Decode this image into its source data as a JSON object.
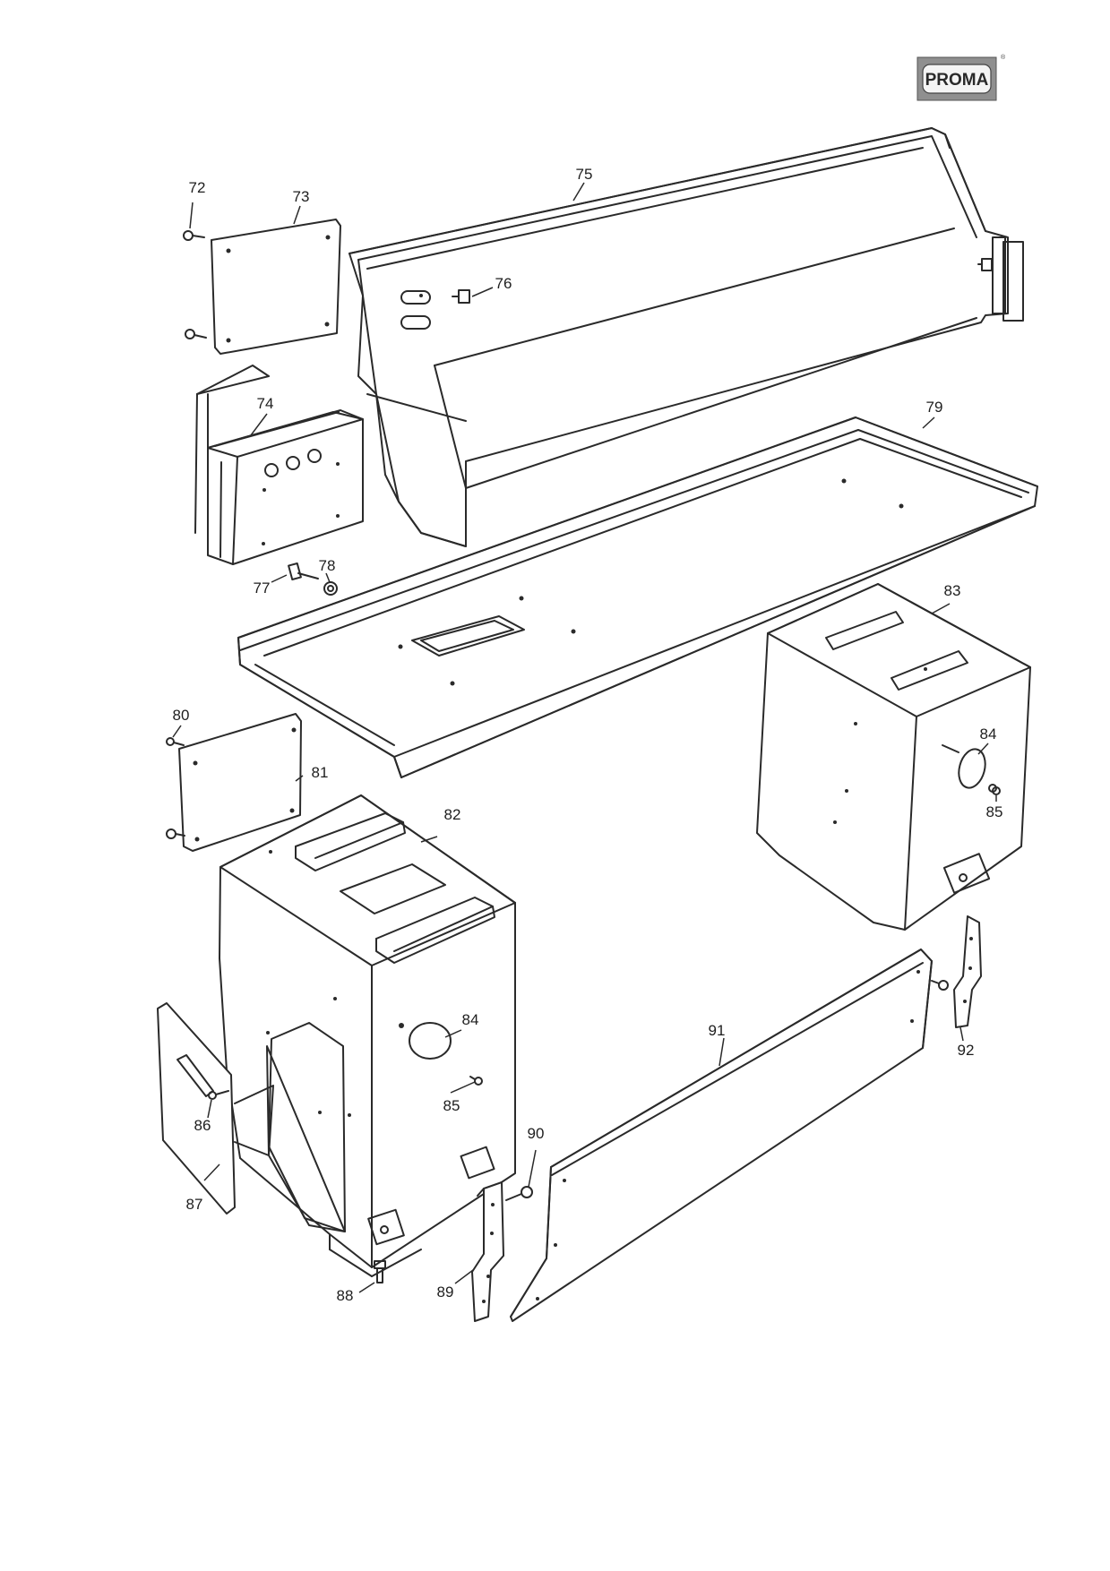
{
  "logo": {
    "text": "PROMA",
    "registered_mark": "®"
  },
  "callouts": {
    "72": "72",
    "73": "73",
    "74": "74",
    "75": "75",
    "76": "76",
    "77": "77",
    "78": "78",
    "79": "79",
    "80": "80",
    "81": "81",
    "82": "82",
    "83": "83",
    "84a": "84",
    "84b": "84",
    "85a": "85",
    "85b": "85",
    "86": "86",
    "87": "87",
    "88": "88",
    "89": "89",
    "90": "90",
    "91": "91",
    "92": "92"
  }
}
